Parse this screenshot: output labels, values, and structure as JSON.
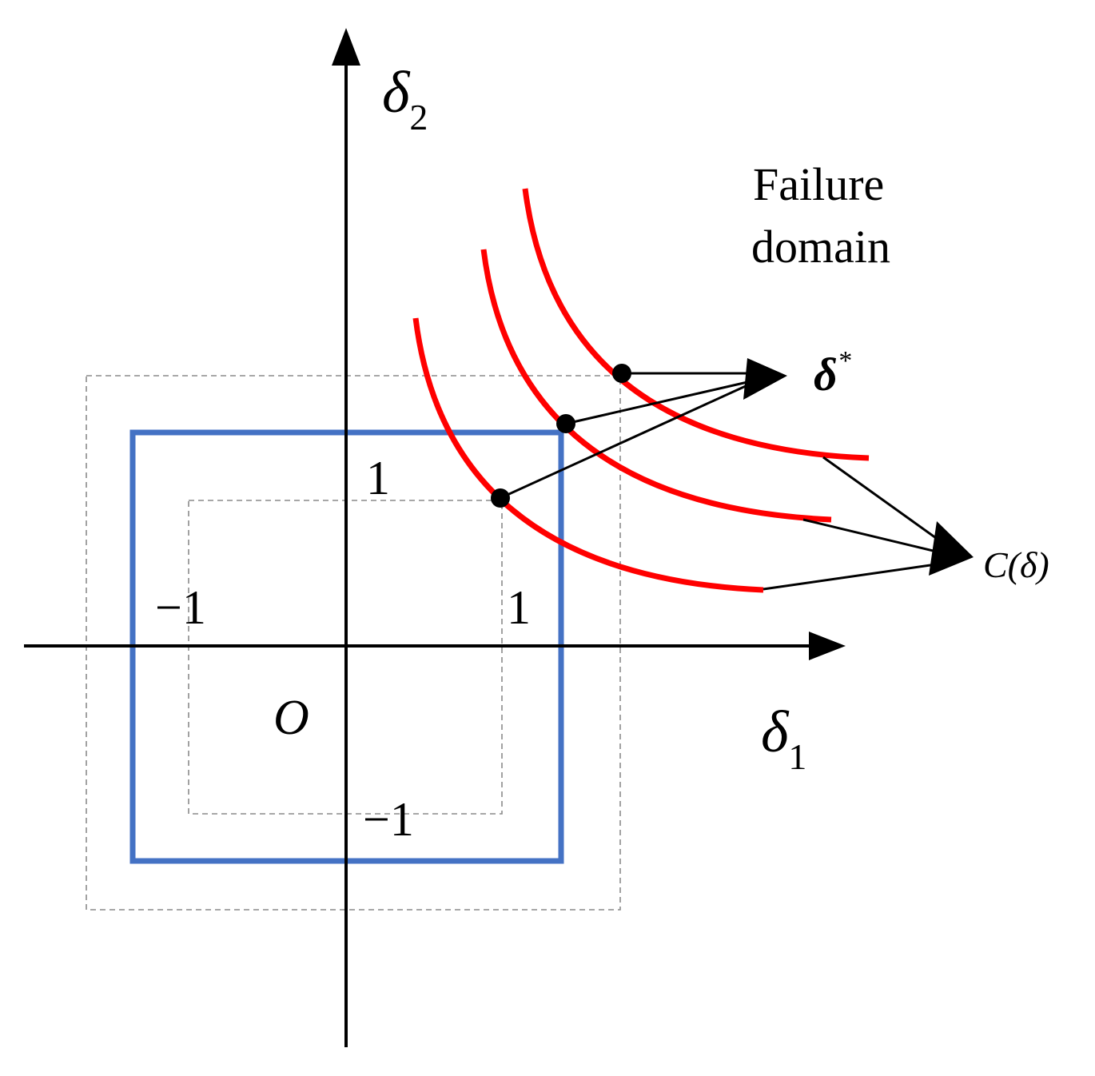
{
  "axes": {
    "x_label": "δ",
    "x_label_sub": "1",
    "y_label": "δ",
    "y_label_sub": "2",
    "origin_label": "O"
  },
  "ticks": {
    "x_pos": "1",
    "x_neg": "−1",
    "y_pos": "1",
    "y_neg": "−1"
  },
  "annotations": {
    "failure_domain_line1": "Failure",
    "failure_domain_line2": "domain",
    "delta_star": "δ",
    "delta_star_sup": "*",
    "c_delta": "C(δ)"
  },
  "colors": {
    "axis": "#000000",
    "curves": "#ff0000",
    "box": "#4472c4",
    "dashed": "#7f7f7f",
    "points": "#000000"
  }
}
